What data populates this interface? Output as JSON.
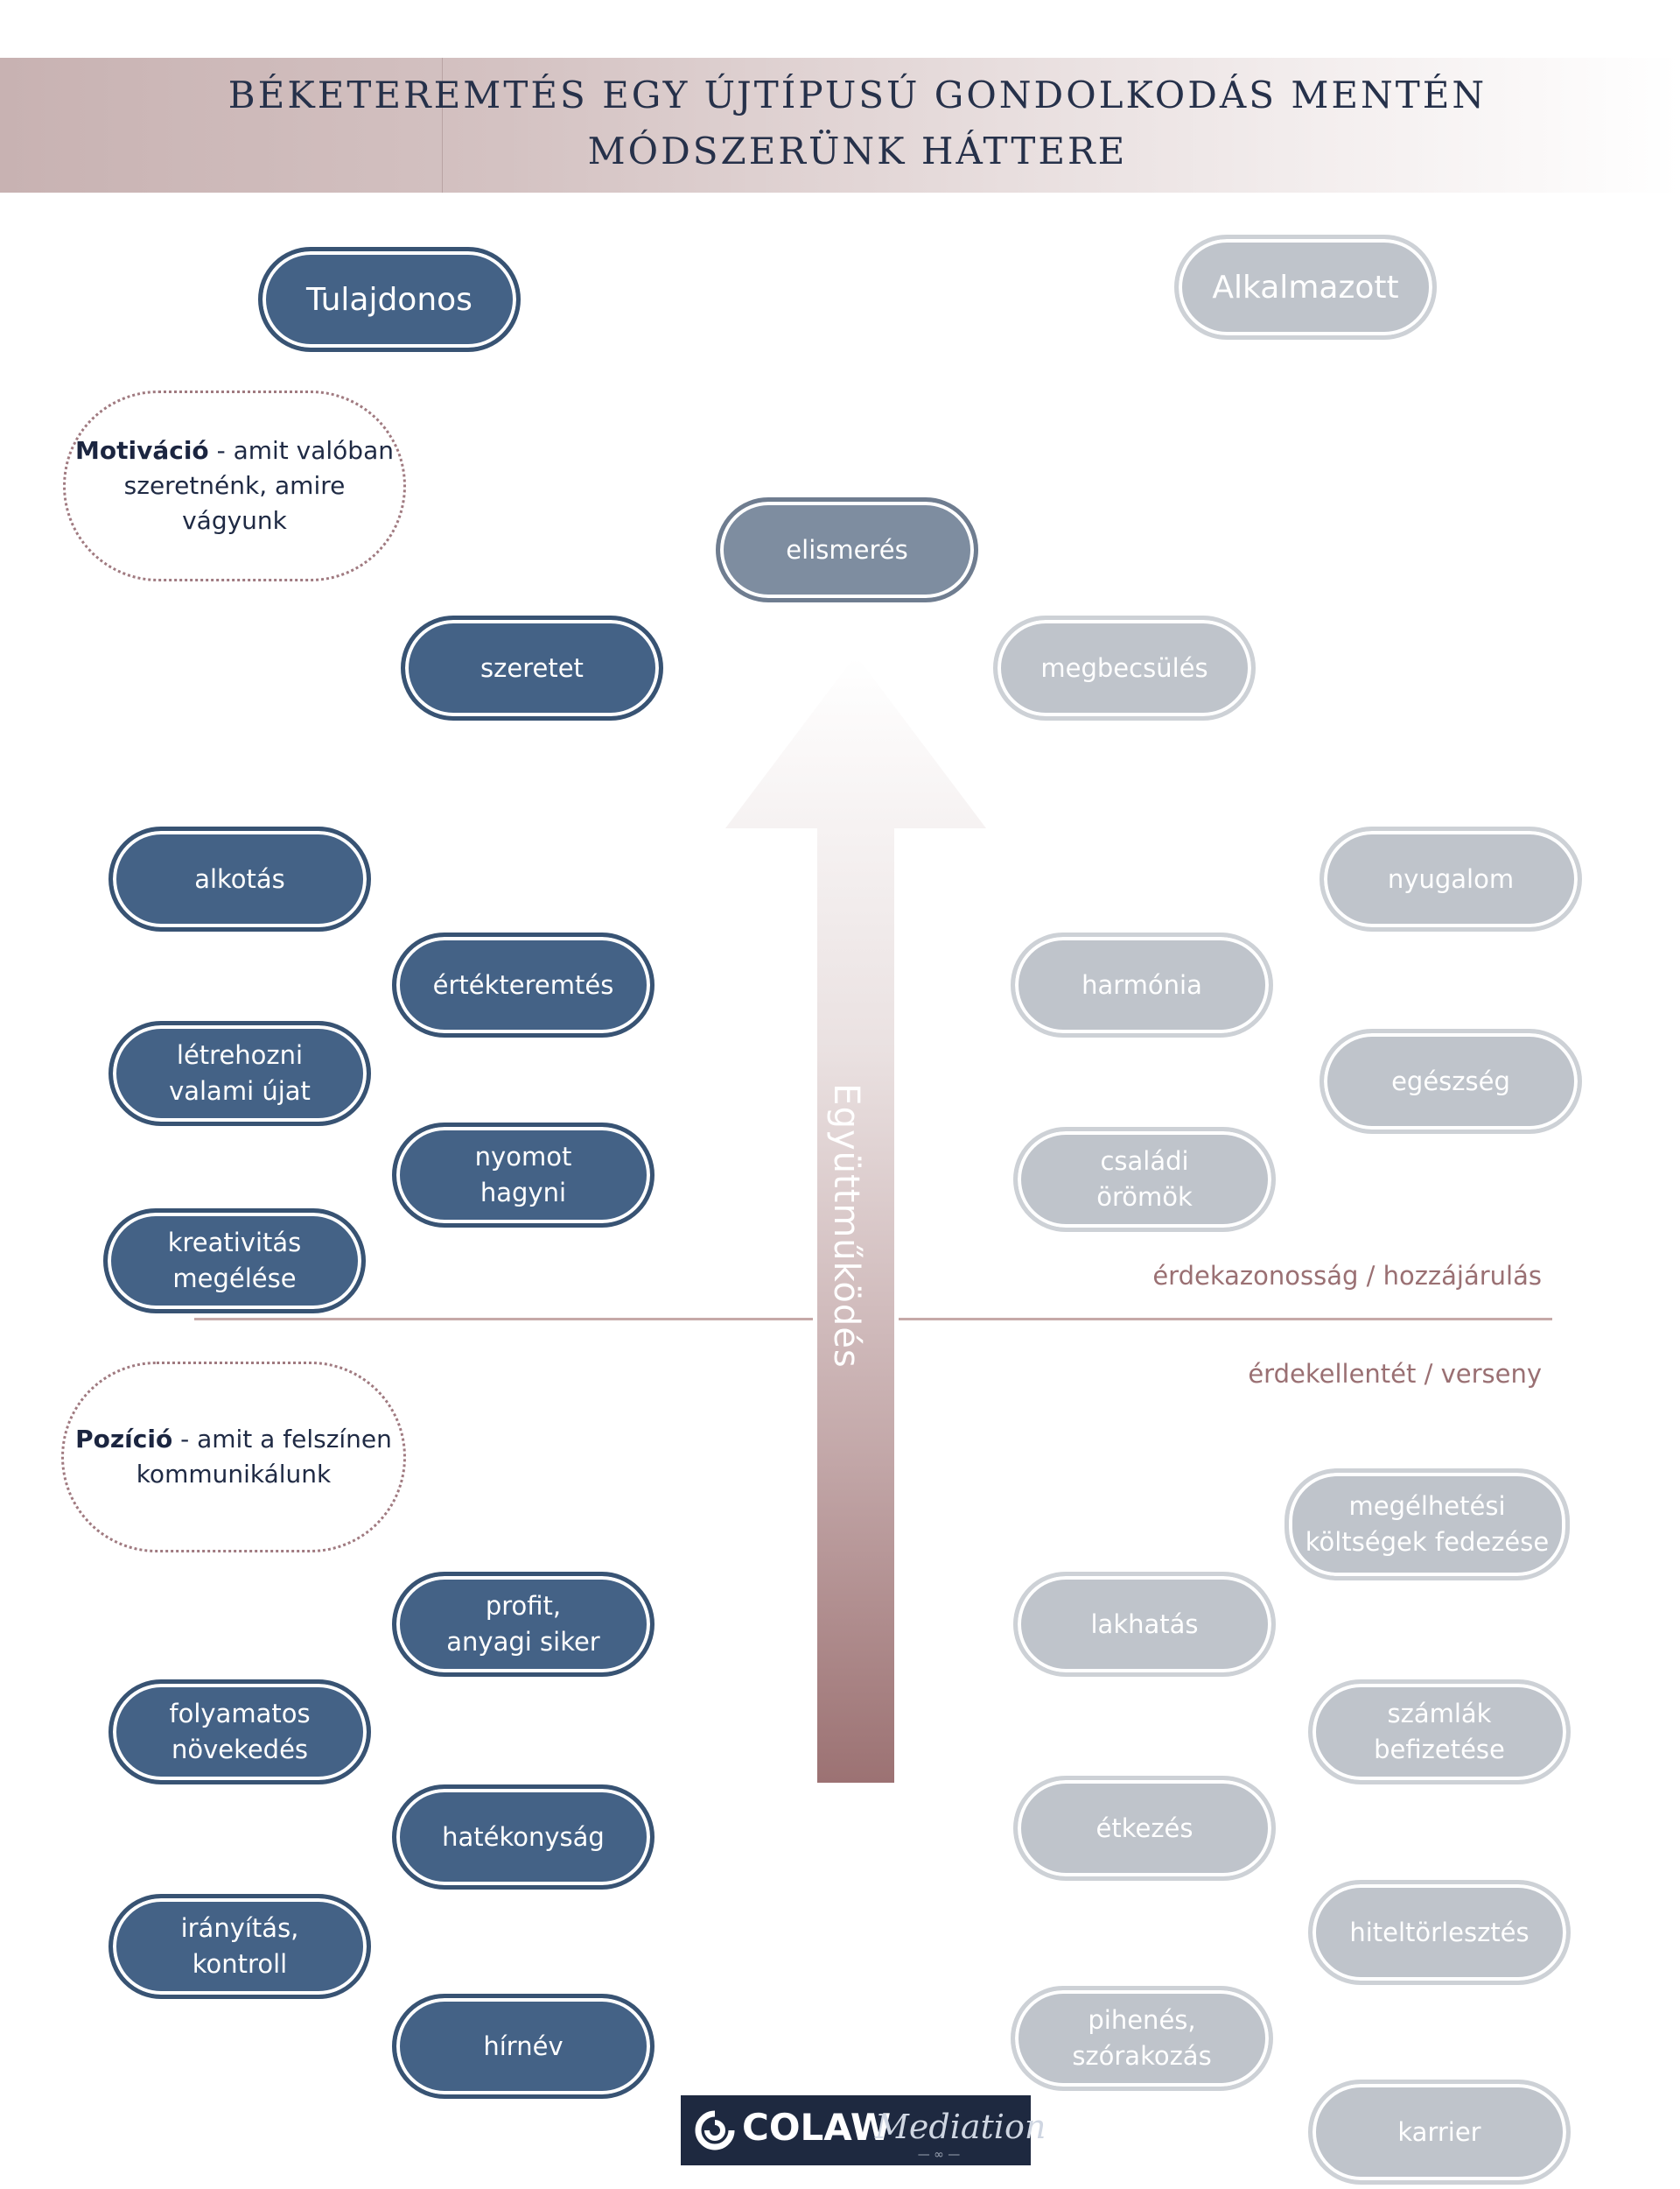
{
  "header": {
    "title_line1": "BÉKETEREMTÉS EGY ÚJTÍPUSÚ GONDOLKODÁS MENTÉN",
    "title_line2": "MÓDSZERÜNK HÁTTERE"
  },
  "roles": {
    "owner": "Tulajdonos",
    "employee": "Alkalmazott"
  },
  "notes": {
    "motivation_bold": "Motiváció",
    "motivation_rest": " - amit valóban szeretnénk, amire vágyunk",
    "position_bold": "Pozíció",
    "position_rest": " - amit a felszínen kommunikálunk"
  },
  "center": {
    "top": "elismerés",
    "arrow_label": "Együttműködés"
  },
  "owner_motivation": [
    {
      "line1": "szeretet",
      "line2": ""
    },
    {
      "line1": "alkotás",
      "line2": ""
    },
    {
      "line1": "értékteremtés",
      "line2": ""
    },
    {
      "line1": "létrehozni",
      "line2": "valami újat"
    },
    {
      "line1": "nyomot",
      "line2": "hagyni"
    },
    {
      "line1": "kreativitás",
      "line2": "megélése"
    }
  ],
  "employee_motivation": [
    {
      "line1": "megbecsülés",
      "line2": ""
    },
    {
      "line1": "nyugalom",
      "line2": ""
    },
    {
      "line1": "harmónia",
      "line2": ""
    },
    {
      "line1": "egészség",
      "line2": ""
    },
    {
      "line1": "családi",
      "line2": "örömök"
    }
  ],
  "divider": {
    "above": "érdekazonosság / hozzájárulás",
    "below": "érdekellentét / verseny"
  },
  "owner_position": [
    {
      "line1": "profit,",
      "line2": "anyagi siker"
    },
    {
      "line1": "folyamatos",
      "line2": "növekedés"
    },
    {
      "line1": "hatékonyság",
      "line2": ""
    },
    {
      "line1": "irányítás,",
      "line2": "kontroll"
    },
    {
      "line1": "hírnév",
      "line2": ""
    }
  ],
  "employee_position": [
    {
      "line1": "megélhetési",
      "line2": "költségek fedezése"
    },
    {
      "line1": "lakhatás",
      "line2": ""
    },
    {
      "line1": "számlák",
      "line2": "befizetése"
    },
    {
      "line1": "étkezés",
      "line2": ""
    },
    {
      "line1": "hiteltörlesztés",
      "line2": ""
    },
    {
      "line1": "pihenés,",
      "line2": "szórakozás"
    },
    {
      "line1": "karrier",
      "line2": ""
    }
  ],
  "logo": {
    "brand": "COLAW",
    "script": "Mediation"
  },
  "colors": {
    "owner": "#446286",
    "employee": "#bfc4cb",
    "center": "#7e8da0",
    "accent": "#9a7073",
    "title": "#26314a"
  }
}
